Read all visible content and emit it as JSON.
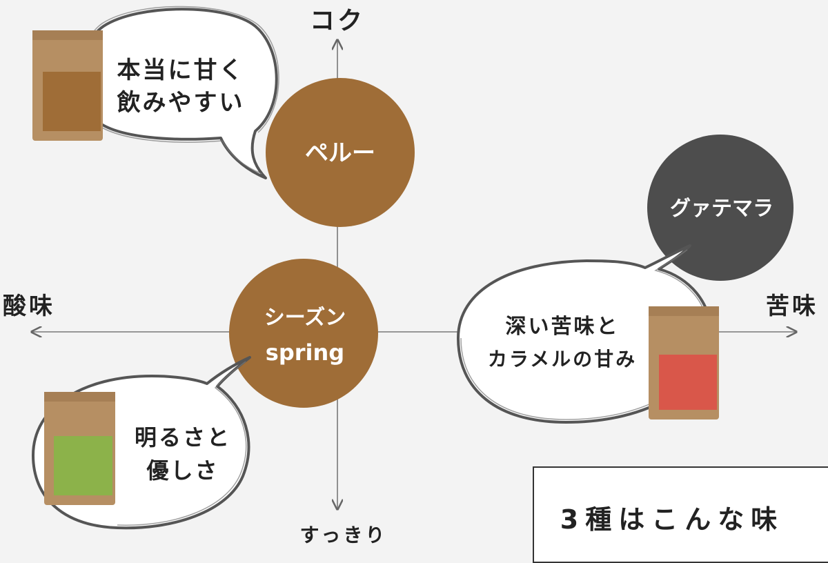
{
  "axes": {
    "top": "コク",
    "bottom": "すっきり",
    "left": "酸味",
    "right": "苦味"
  },
  "coffees": {
    "peru": {
      "name": "ペルー",
      "bubble_line1": "本当に甘く",
      "bubble_line2": "飲みやすい",
      "color": "#9f6d37",
      "label_color": "#4a9a86"
    },
    "spring": {
      "name_line1": "シーズン",
      "name_line2": "spring",
      "bubble_line1": "明るさと",
      "bubble_line2": "優しさ",
      "color": "#9f6d37",
      "label_color": "#8cb24a"
    },
    "guatemala": {
      "name": "グァテマラ",
      "bubble_line1": "深い苦味と",
      "bubble_line2": "カラメルの甘み",
      "color": "#4d4d4d",
      "label_color": "#d9574a"
    }
  },
  "caption": "3種はこんな味"
}
